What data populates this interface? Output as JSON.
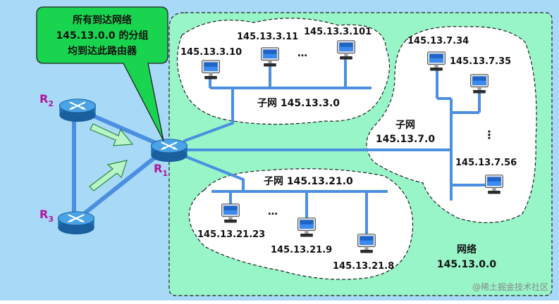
{
  "callout": {
    "line1": "所有到达网络",
    "line2": "145.13.0.0 的分组",
    "line3": "均到达此路由器"
  },
  "routers": {
    "r2": {
      "main": "R",
      "sub": "2"
    },
    "r3": {
      "main": "R",
      "sub": "3"
    },
    "r1": {
      "main": "R",
      "sub": "1"
    }
  },
  "subnet3": {
    "label": "子网 145.13.3.0",
    "hosts": {
      "h10": "145.13.3.10",
      "h11": "145.13.3.11",
      "h101": "145.13.3.101"
    },
    "ellipsis": "…"
  },
  "subnet7": {
    "label_line1": "子网",
    "label_line2": "145.13.7.0",
    "hosts": {
      "h34": "145.13.7.34",
      "h35": "145.13.7.35",
      "h56": "145.13.7.56"
    },
    "ellipsis": "⋮"
  },
  "subnet21": {
    "label": "子网 145.13.21.0",
    "hosts": {
      "h23": "145.13.21.23",
      "h9": "145.13.21.9",
      "h8": "145.13.21.8"
    },
    "ellipsis": "…"
  },
  "network": {
    "label_line1": "网络",
    "label_line2": "145.13.0.0"
  },
  "watermark": "@稀土掘金技术社区",
  "colors": {
    "background": "#a8d9f7",
    "network_fill": "#98f5c8",
    "subnet_fill": "#ffffff",
    "link": "#4a8fe0",
    "callout_fill": "#19d44f",
    "router_label": "#b0159a"
  },
  "icons": {
    "router": "router-icon",
    "host": "computer-icon",
    "arrow": "packet-flow-arrow-icon"
  }
}
